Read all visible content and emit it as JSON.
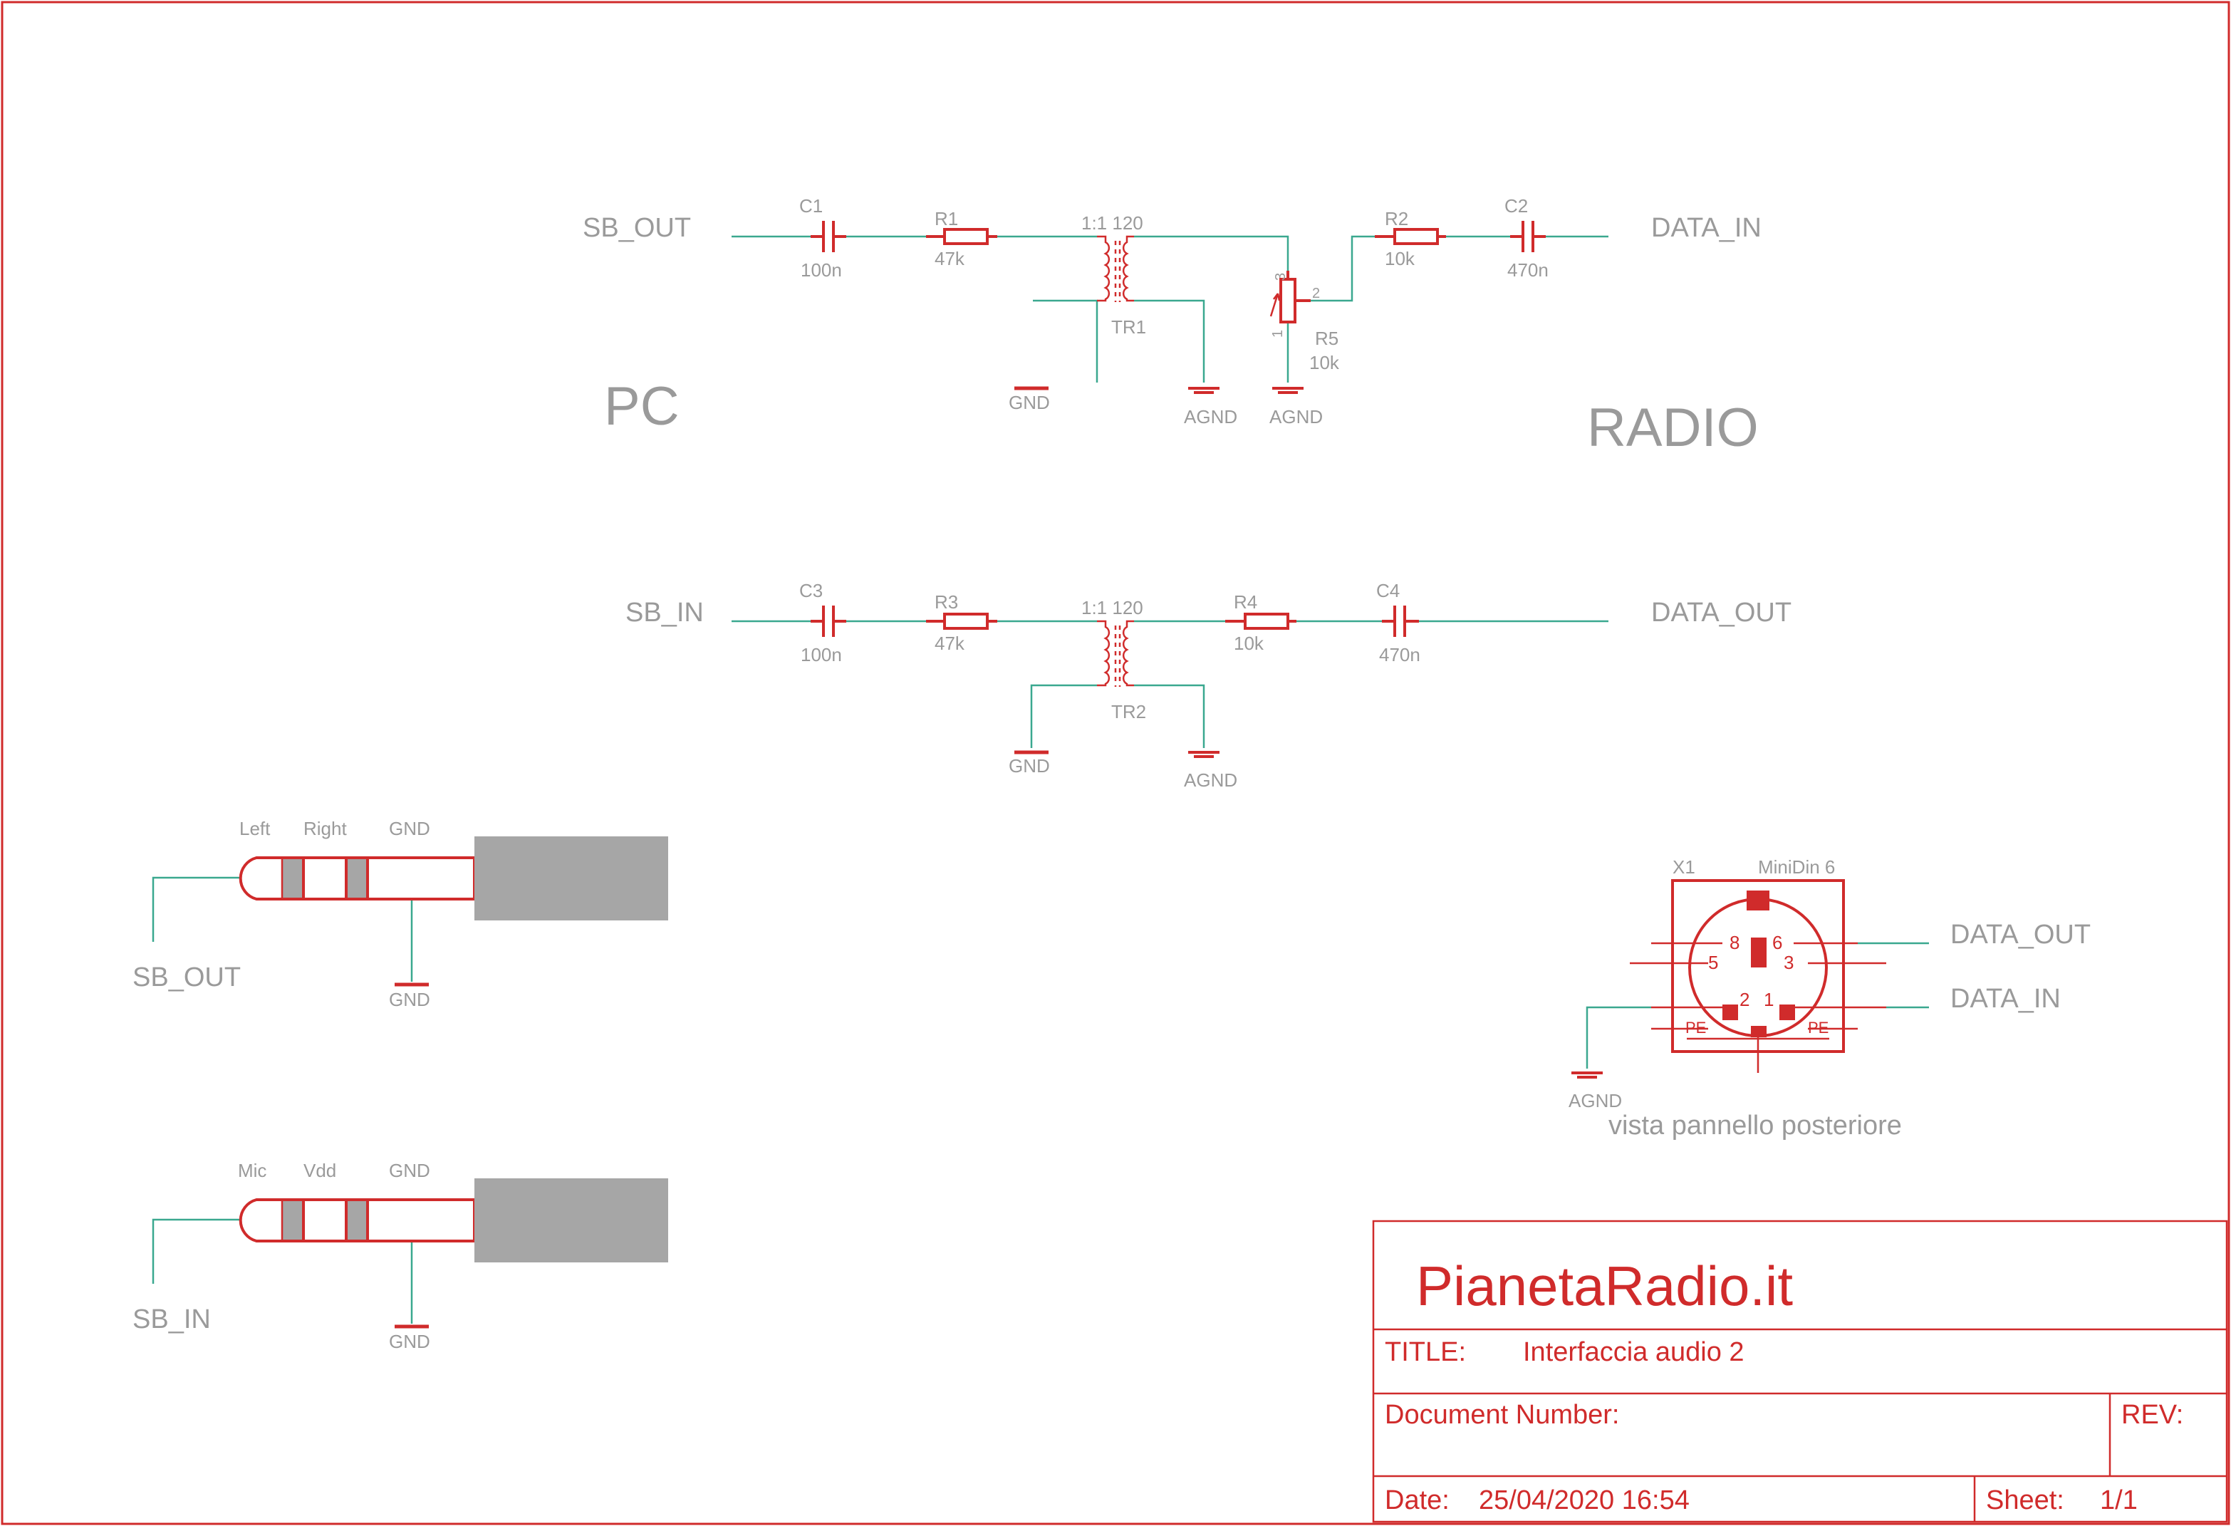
{
  "nets": {
    "sb_out": "SB_OUT",
    "sb_in": "SB_IN",
    "data_in": "DATA_IN",
    "data_out": "DATA_OUT"
  },
  "sections": {
    "pc": "PC",
    "radio": "RADIO"
  },
  "components": {
    "c1": {
      "name": "C1",
      "value": "100n"
    },
    "r1": {
      "name": "R1",
      "value": "47k"
    },
    "tr1": {
      "name": "TR1",
      "ratio": "1:1 120"
    },
    "r5": {
      "name": "R5",
      "value": "10k",
      "pin1": "1",
      "pin2": "2",
      "pin3": "3"
    },
    "r2": {
      "name": "R2",
      "value": "10k"
    },
    "c2": {
      "name": "C2",
      "value": "470n"
    },
    "c3": {
      "name": "C3",
      "value": "100n"
    },
    "r3": {
      "name": "R3",
      "value": "47k"
    },
    "tr2": {
      "name": "TR2",
      "ratio": "1:1 120"
    },
    "r4": {
      "name": "R4",
      "value": "10k"
    },
    "c4": {
      "name": "C4",
      "value": "470n"
    }
  },
  "grounds": {
    "gnd": "GND",
    "agnd": "AGND"
  },
  "jacks": {
    "out": {
      "tip": "Left",
      "ring": "Right",
      "sleeve": "GND",
      "net": "SB_OUT",
      "ground": "GND"
    },
    "in": {
      "tip": "Mic",
      "ring": "Vdd",
      "sleeve": "GND",
      "net": "SB_IN",
      "ground": "GND"
    }
  },
  "connector": {
    "name": "X1",
    "type": "MiniDin 6",
    "pins": [
      "8",
      "6",
      "5",
      "3",
      "2",
      "1",
      "PE",
      "PE"
    ],
    "net_out": "DATA_OUT",
    "net_in": "DATA_IN",
    "ground": "AGND",
    "note": "vista pannello posteriore"
  },
  "title_block": {
    "company": "PianetaRadio.it",
    "title_label": "TITLE:",
    "title_value": "Interfaccia audio 2",
    "docnum_label": "Document Number:",
    "rev_label": "REV:",
    "date_label": "Date:",
    "date_value": "25/04/2020 16:54",
    "sheet_label": "Sheet:",
    "sheet_value": "1/1"
  },
  "colors": {
    "wire": "#3aa88f",
    "part": "#d02b2b",
    "label": "#9a9a9a",
    "plug_body": "#a6a6a6"
  }
}
